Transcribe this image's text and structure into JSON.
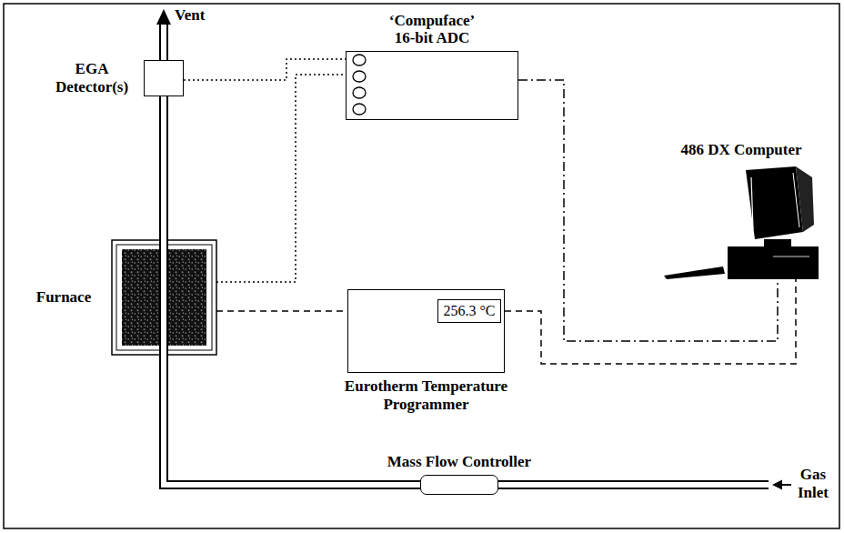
{
  "diagram": {
    "nodes": [
      {
        "text": [
          "EGA Detector(s)"
        ]
      },
      {
        "text": [
          "‘Compuface’ 16-bit ADC"
        ]
      },
      {
        "text": [
          "486 DX Computer"
        ]
      },
      {
        "text": [
          "Furnace"
        ]
      },
      {
        "text": [
          "Eurotherm Temperature Programmer"
        ]
      },
      {
        "text": [
          "256.3 °C"
        ],
        "in": 4
      },
      {
        "text": [
          "Mass Flow Controller"
        ]
      }
    ],
    "edges": [
      {
        "from": 0,
        "to": 1,
        "arrow": "none"
      },
      {
        "from": 3,
        "to": 1,
        "arrow": "none"
      },
      {
        "from": 3,
        "to": 4,
        "arrow": "none"
      },
      {
        "from": 1,
        "to": 2,
        "arrow": "none"
      },
      {
        "from": 4,
        "to": 2,
        "arrow": "none"
      },
      {
        "from": 6,
        "to": 3,
        "arrow": "none"
      },
      {
        "from": 3,
        "to": 0,
        "arrow": "none"
      }
    ],
    "labels": [
      "Vent",
      "Gas Inlet"
    ]
  }
}
